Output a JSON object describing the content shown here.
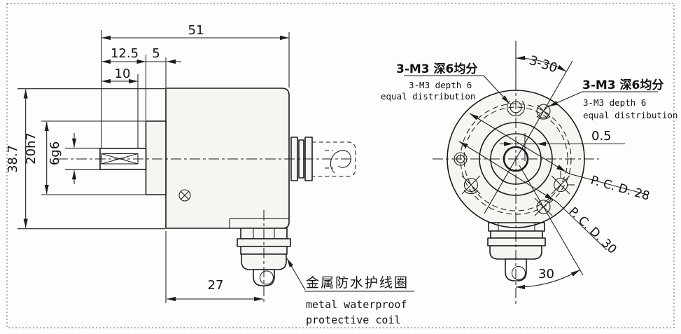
{
  "side_view": {
    "dims": {
      "total_length": "51",
      "flange_offset": "12.5",
      "pilot_length": "5",
      "shaft_length": "10",
      "body_height": "38.7",
      "pilot_diameter": "20h7",
      "shaft_diameter": "6g6",
      "cable_offset": "27"
    },
    "cable_gland_label": {
      "cn": "金属防水护线圈",
      "en_line1": "metal waterproof",
      "en_line2": "protective coil"
    }
  },
  "front_view": {
    "screw_label_left": {
      "cn": "3-M3 深6均分",
      "en_line1": "3-M3 depth 6",
      "en_line2": "equal distribution"
    },
    "screw_label_right": {
      "cn": "3-M3 深6均分",
      "en_line1": "3-M3 depth 6",
      "en_line2": "equal distribution"
    },
    "dims": {
      "hole_angle_top": "3-30",
      "eccentricity": "0.5",
      "pcd_28": "P. C. D. 28",
      "pcd_30": "P. C. D. 30",
      "hole_angle_bottom": "30"
    }
  },
  "colors": {
    "line": "#1c1c1c",
    "fill_light": "#f5f5f1",
    "background": "#ffffff"
  }
}
